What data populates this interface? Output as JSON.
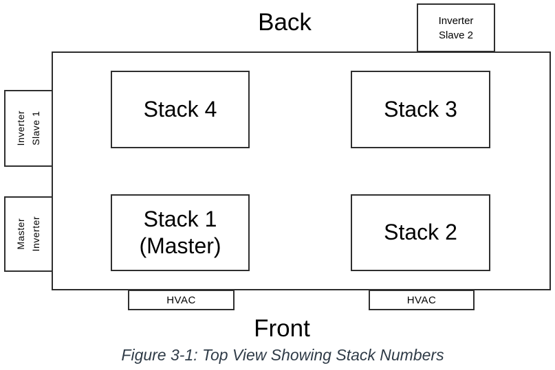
{
  "diagram": {
    "back_label": "Back",
    "front_label": "Front",
    "caption": "Figure 3-1: Top View Showing Stack Numbers",
    "stack4": "Stack 4",
    "stack3": "Stack 3",
    "stack1_line1": "Stack 1",
    "stack1_line2": "(Master)",
    "stack2": "Stack 2",
    "inverter_slave2_line1": "Inverter",
    "inverter_slave2_line2": "Slave 2",
    "inverter_slave1_line1": "Inverter",
    "inverter_slave1_line2": "Slave 1",
    "master_inverter_line1": "Master",
    "master_inverter_line2": "Inverter",
    "hvac_left": "HVAC",
    "hvac_right": "HVAC"
  },
  "colors": {
    "line": "#2e2e2e",
    "text": "#000000",
    "caption_text": "#2f3b47",
    "background": "#ffffff"
  }
}
